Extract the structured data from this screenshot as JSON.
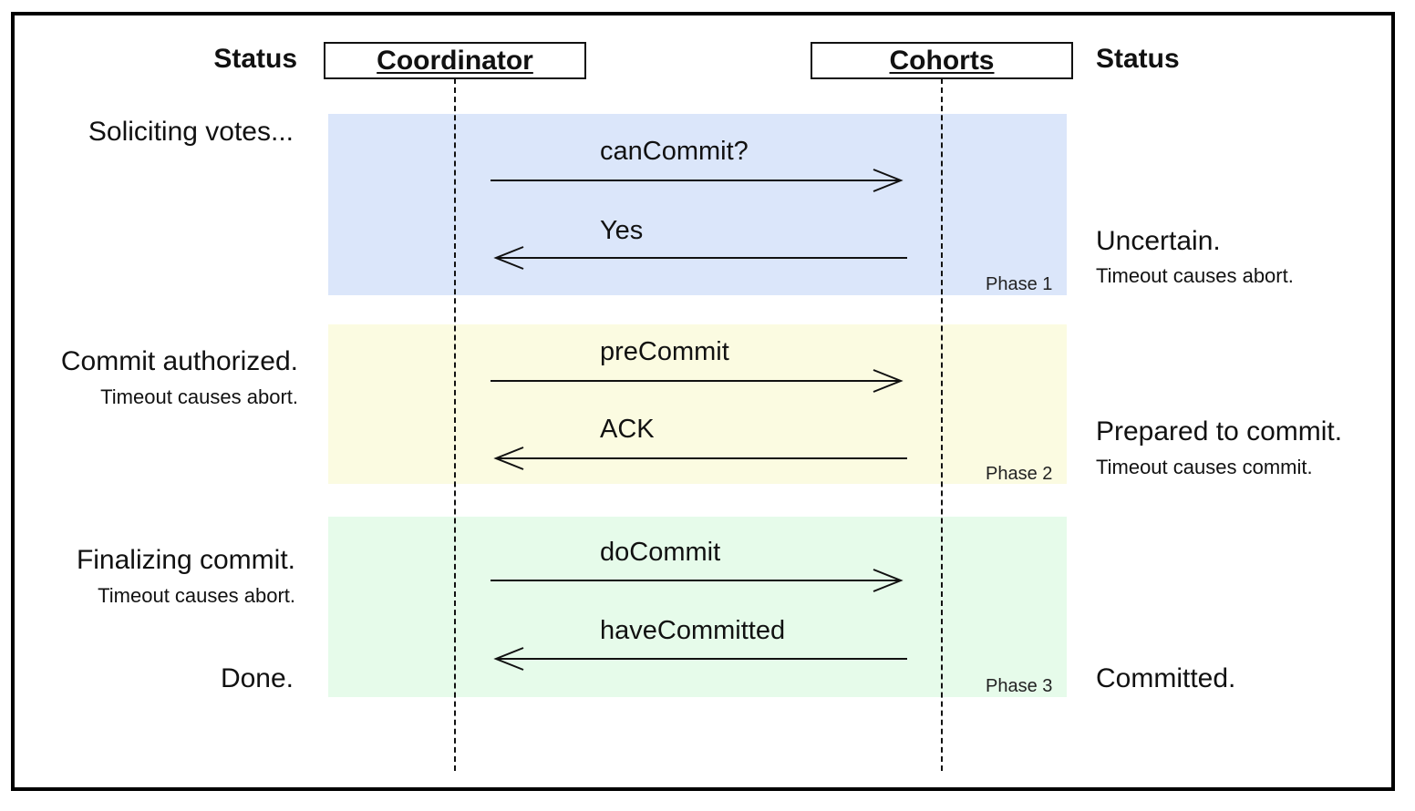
{
  "headers": {
    "left_status": "Status",
    "right_status": "Status",
    "coordinator": "Coordinator",
    "cohorts": "Cohorts"
  },
  "colors": {
    "phase1": "#dbe6fa",
    "phase2": "#fbfbe1",
    "phase3": "#e6fbea"
  },
  "phases": [
    {
      "label": "Phase 1",
      "messages": [
        {
          "label": "canCommit?",
          "direction": "coordinator-to-cohorts"
        },
        {
          "label": "Yes",
          "direction": "cohorts-to-coordinator"
        }
      ]
    },
    {
      "label": "Phase 2",
      "messages": [
        {
          "label": "preCommit",
          "direction": "coordinator-to-cohorts"
        },
        {
          "label": "ACK",
          "direction": "cohorts-to-coordinator"
        }
      ]
    },
    {
      "label": "Phase 3",
      "messages": [
        {
          "label": "doCommit",
          "direction": "coordinator-to-cohorts"
        },
        {
          "label": "haveCommitted",
          "direction": "cohorts-to-coordinator"
        }
      ]
    }
  ],
  "coordinator_status": [
    {
      "text": "Soliciting votes..."
    },
    {
      "text": "Commit authorized.",
      "note": "Timeout causes abort."
    },
    {
      "text": "Finalizing commit.",
      "note": "Timeout causes abort."
    },
    {
      "text": "Done."
    }
  ],
  "cohort_status": [
    {
      "text": "Uncertain.",
      "note": "Timeout causes abort."
    },
    {
      "text": "Prepared to commit.",
      "note": "Timeout causes commit."
    },
    {
      "text": "Committed."
    }
  ]
}
